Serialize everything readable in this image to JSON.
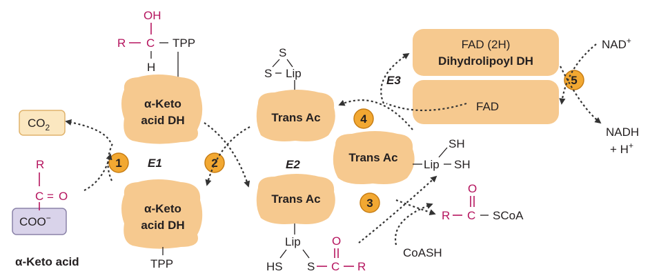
{
  "colors": {
    "enzyme_fill": "#f6c98f",
    "badge_fill": "#f2a832",
    "magenta": "#b5145e",
    "substrate_box": "#d9d3ea",
    "co2_box": "#fbe7c0"
  },
  "enzymes": {
    "e1_top": [
      "α-Keto",
      "acid DH"
    ],
    "e1_bottom": [
      "α-Keto",
      "acid DH"
    ],
    "trans_ac_top": "Trans Ac",
    "trans_ac_middle": "Trans Ac",
    "trans_ac_bottom": "Trans Ac",
    "fad_2h": "FAD (2H)",
    "dihydrolipoyl": "Dihydrolipoyl DH",
    "fad": "FAD"
  },
  "enzyme_labels": {
    "e1": "E1",
    "e2": "E2",
    "e3": "E3"
  },
  "steps": [
    "1",
    "2",
    "3",
    "4",
    "5"
  ],
  "molecules": {
    "co2": "CO",
    "co2_sub": "2",
    "nad": "NAD",
    "nad_sup": "+",
    "nadh": "NADH",
    "h_plus": "+ H",
    "h_plus_sup": "+",
    "coash": "CoASH",
    "tpp_top": "TPP",
    "tpp_bottom": "TPP",
    "oh": "OH",
    "r": "R",
    "c": "C",
    "h": "H",
    "s": "S",
    "lip": "Lip",
    "sh": "SH",
    "hs": "HS",
    "o": "O",
    "scoa": "SCoA",
    "coo": "COO",
    "coo_sup": "−",
    "keto_acid": "α-Keto acid"
  }
}
